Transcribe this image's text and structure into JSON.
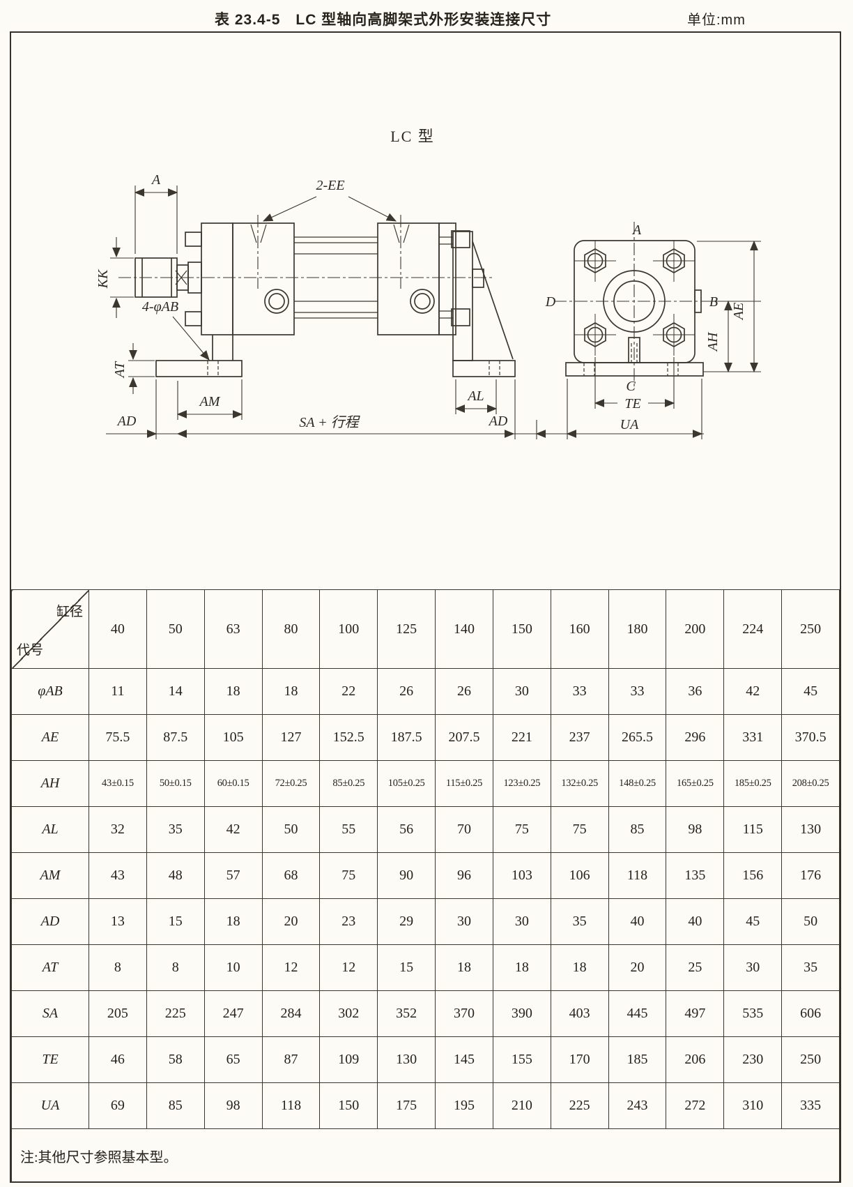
{
  "header": {
    "caption": "表 23.4-5　LC 型轴向高脚架式外形安装连接尺寸",
    "unit": "单位:mm"
  },
  "drawing": {
    "title": "LC 型",
    "labels": {
      "a_side": "A",
      "ee": "2-EE",
      "kk": "KK",
      "ab4": "4-φAB",
      "at": "AT",
      "am": "AM",
      "al": "AL",
      "ad_left": "AD",
      "sa_stroke": "SA + 行程",
      "ad_right": "AD",
      "a_end": "A",
      "d": "D",
      "b": "B",
      "ae": "AE",
      "ah": "AH",
      "c": "C",
      "te": "TE",
      "ua": "UA"
    }
  },
  "table": {
    "corner": {
      "top": "缸径",
      "bottom": "代号"
    },
    "columns": [
      "40",
      "50",
      "63",
      "80",
      "100",
      "125",
      "140",
      "150",
      "160",
      "180",
      "200",
      "224",
      "250"
    ],
    "rows": [
      {
        "label": "φAB",
        "values": [
          "11",
          "14",
          "18",
          "18",
          "22",
          "26",
          "26",
          "30",
          "33",
          "33",
          "36",
          "42",
          "45"
        ]
      },
      {
        "label": "AE",
        "values": [
          "75.5",
          "87.5",
          "105",
          "127",
          "152.5",
          "187.5",
          "207.5",
          "221",
          "237",
          "265.5",
          "296",
          "331",
          "370.5"
        ]
      },
      {
        "label": "AH",
        "values": [
          "43±0.15",
          "50±0.15",
          "60±0.15",
          "72±0.25",
          "85±0.25",
          "105±0.25",
          "115±0.25",
          "123±0.25",
          "132±0.25",
          "148±0.25",
          "165±0.25",
          "185±0.25",
          "208±0.25"
        ]
      },
      {
        "label": "AL",
        "values": [
          "32",
          "35",
          "42",
          "50",
          "55",
          "56",
          "70",
          "75",
          "75",
          "85",
          "98",
          "115",
          "130"
        ]
      },
      {
        "label": "AM",
        "values": [
          "43",
          "48",
          "57",
          "68",
          "75",
          "90",
          "96",
          "103",
          "106",
          "118",
          "135",
          "156",
          "176"
        ]
      },
      {
        "label": "AD",
        "values": [
          "13",
          "15",
          "18",
          "20",
          "23",
          "29",
          "30",
          "30",
          "35",
          "40",
          "40",
          "45",
          "50"
        ]
      },
      {
        "label": "AT",
        "values": [
          "8",
          "8",
          "10",
          "12",
          "12",
          "15",
          "18",
          "18",
          "18",
          "20",
          "25",
          "30",
          "35"
        ]
      },
      {
        "label": "SA",
        "values": [
          "205",
          "225",
          "247",
          "284",
          "302",
          "352",
          "370",
          "390",
          "403",
          "445",
          "497",
          "535",
          "606"
        ]
      },
      {
        "label": "TE",
        "values": [
          "46",
          "58",
          "65",
          "87",
          "109",
          "130",
          "145",
          "155",
          "170",
          "185",
          "206",
          "230",
          "250"
        ]
      },
      {
        "label": "UA",
        "values": [
          "69",
          "85",
          "98",
          "118",
          "150",
          "175",
          "195",
          "210",
          "225",
          "243",
          "272",
          "310",
          "335"
        ]
      }
    ],
    "note": "注:其他尺寸参照基本型。"
  }
}
